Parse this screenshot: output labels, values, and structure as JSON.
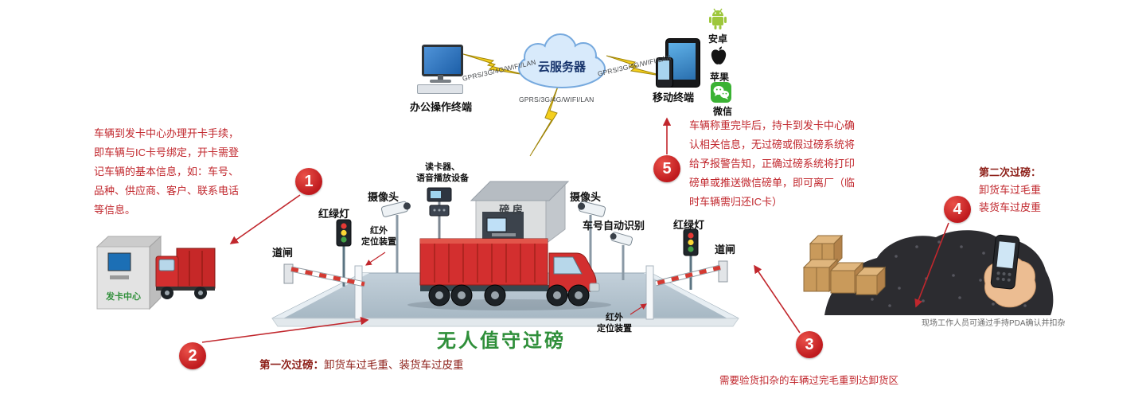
{
  "title": "无人值守过磅",
  "colors": {
    "accent_red": "#c1272d",
    "title_green": "#2f8f3a"
  },
  "network": {
    "cloud_label": "云服务器",
    "office_label": "办公操作终端",
    "mobile_label": "移动终端",
    "link_label_left": "GPRS/3G/4G/WIFI/LAN",
    "link_label_mid": "GPRS/3G/4G/WIFI/LAN",
    "link_label_right": "GPRS/3G/4G/WIFI/LAN",
    "apps": [
      {
        "name": "android",
        "label": "安卓"
      },
      {
        "name": "apple",
        "label": "苹果"
      },
      {
        "name": "wechat",
        "label": "微信"
      }
    ]
  },
  "steps": [
    "1",
    "2",
    "3",
    "4",
    "5"
  ],
  "scene": {
    "card_center": "发卡中心",
    "camera_left": "摄像头",
    "camera_right": "摄像头",
    "reader_line1": "读卡器、",
    "reader_line2": "语音播放设备",
    "weigh_house": "磅 房",
    "plate_recognition": "车号自动识别",
    "traffic_light_left": "红绿灯",
    "traffic_light_right": "红绿灯",
    "infrared_left_line1": "红外",
    "infrared_left_line2": "定位装置",
    "infrared_right_line1": "红外",
    "infrared_right_line2": "定位装置",
    "gate_left": "道闸",
    "gate_right": "道闸"
  },
  "notes": {
    "left": "车辆到发卡中心办理开卡手续，\n即车辆与IC卡号绑定，开卡需登\n记车辆的基本信息，如：车号、\n品种、供应商、客户、联系电话\n等信息。",
    "right": "车辆称重完毕后，持卡到发卡中心确\n认相关信息，无过磅或假过磅系统将\n给予报警告知，正确过磅系统将打印\n磅单或推送微信磅单，即可离厂（临\n时车辆需归还IC卡）",
    "first_weigh_title": "第一次过磅：",
    "first_weigh_body": "卸货车过毛重、装货车过皮重",
    "second_weigh_title": "第二次过磅：",
    "second_weigh_line1": "卸货车过毛重",
    "second_weigh_line2": "装货车过皮重",
    "bottom_right": "需要验货扣杂的车辆过完毛重到达卸货区",
    "pda_caption": "现场工作人员可通过手持PDA确认并扣杂"
  }
}
